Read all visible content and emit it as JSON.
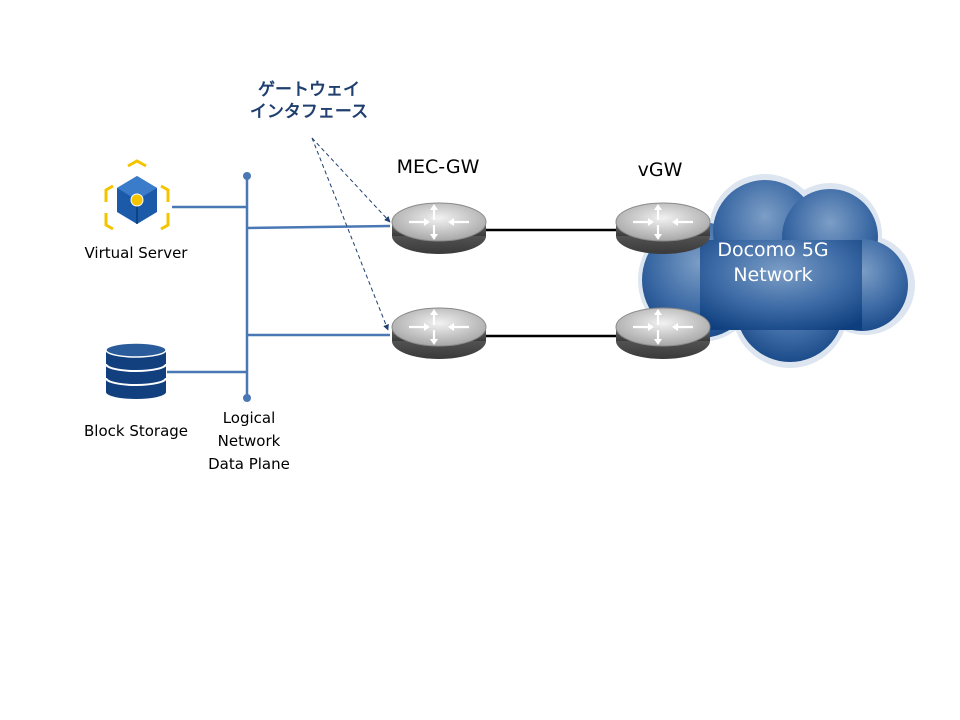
{
  "labels": {
    "gateway_interface": [
      "ゲートウェイ",
      "インタフェース"
    ],
    "mec_gw": "MEC-GW",
    "vgw": "vGW",
    "cloud": [
      "Docomo 5G",
      "Network"
    ],
    "virtual_server": "Virtual Server",
    "block_storage": "Block Storage",
    "logical_network": [
      "Logical",
      "Network",
      "Data Plane"
    ]
  },
  "colors": {
    "network_line": "#4a78b5",
    "router_link": "#000000",
    "cloud_dark": "#0e3e7e",
    "cloud_light": "#7c9ec6",
    "storage_blue": "#12407f",
    "server_yellow": "#f5c400",
    "server_blue": "#1a5aa8",
    "label_jp": "#1f3f6e"
  },
  "icons": [
    "virtual-server-icon",
    "block-storage-icon",
    "router-icon",
    "cloud-icon"
  ]
}
